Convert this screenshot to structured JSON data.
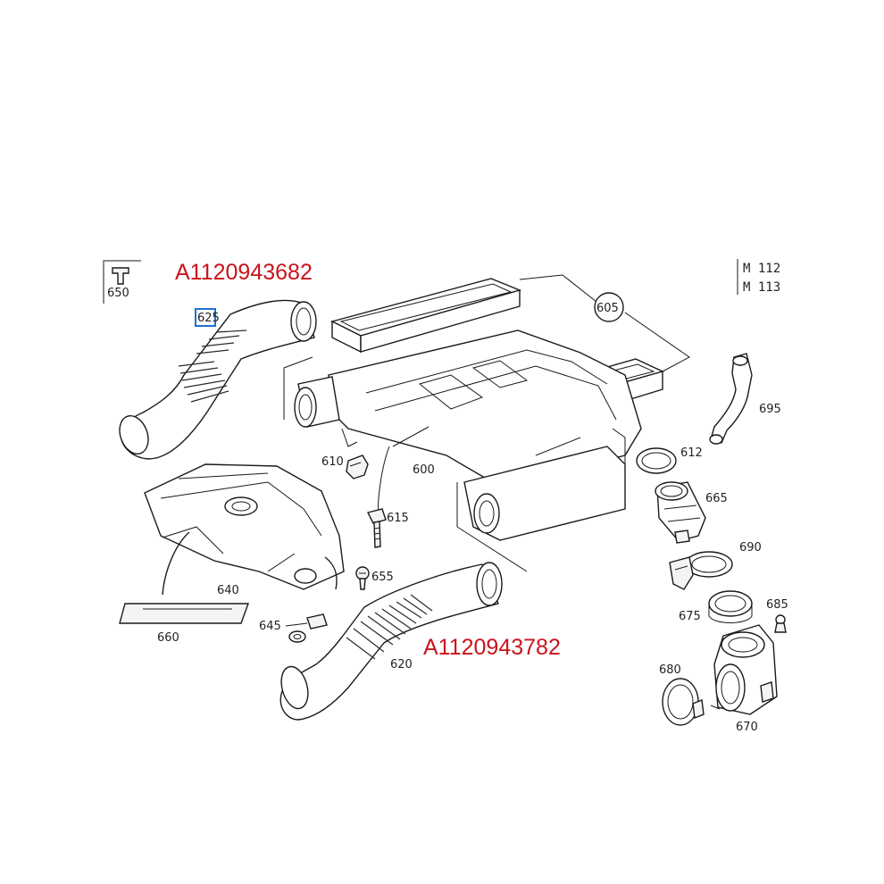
{
  "part_numbers": {
    "upper_hose": "A1120943682",
    "lower_hose": "A1120943782"
  },
  "engine_models": [
    "M 112",
    "M 113"
  ],
  "callouts": {
    "c650": "650",
    "c625": "625",
    "c605": "605",
    "c695": "695",
    "c612": "612",
    "c610": "610",
    "c600": "600",
    "c665": "665",
    "c615": "615",
    "c690": "690",
    "c655": "655",
    "c640": "640",
    "c685": "685",
    "c675": "675",
    "c645": "645",
    "c660": "660",
    "c620": "620",
    "c680": "680",
    "c670": "670"
  },
  "colors": {
    "part_number_text": "#c8141b",
    "highlight_box": "#1f6fd1",
    "line": "#1a1a1a"
  }
}
